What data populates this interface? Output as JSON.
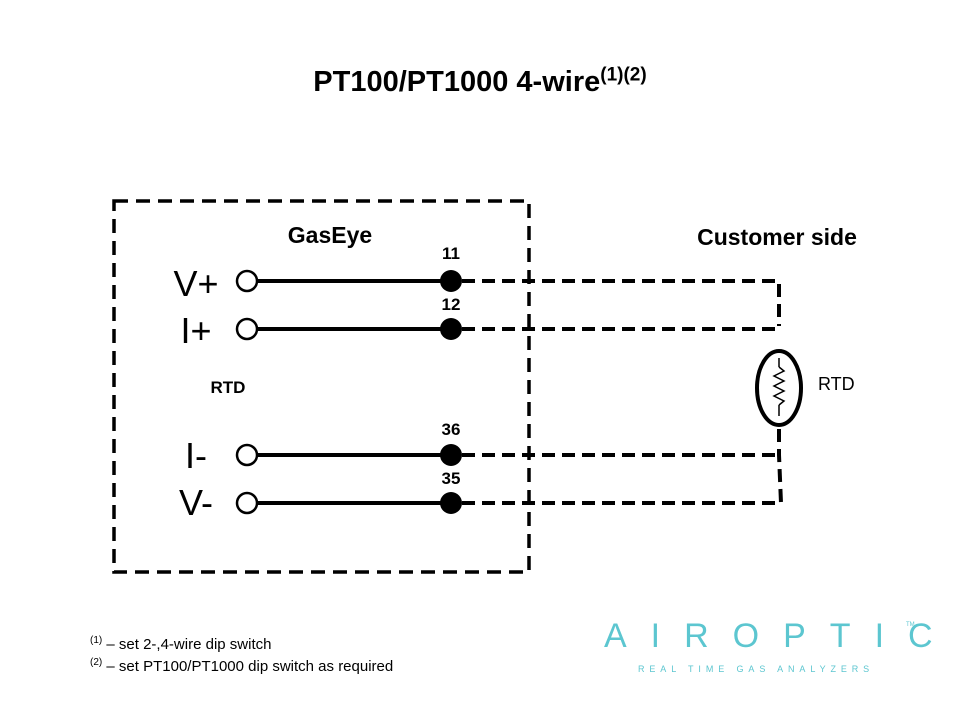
{
  "title": {
    "text": "PT100/PT1000 4-wire",
    "sup": "(1)(2)"
  },
  "gaseye_label": "GasEye",
  "customer_label": "Customer side",
  "rtd_label_left": "RTD",
  "rtd_label_right": "RTD",
  "terminals": [
    {
      "label": "V+",
      "number": "11"
    },
    {
      "label": "I+",
      "number": "12"
    },
    {
      "label": "I-",
      "number": "36"
    },
    {
      "label": "V-",
      "number": "35"
    }
  ],
  "footnotes": [
    {
      "mark": "(1)",
      "text": " – set 2-,4-wire dip switch"
    },
    {
      "mark": "(2)",
      "text": " – set PT100/PT1000 dip switch as required"
    }
  ],
  "logo": {
    "word": "AIROPTIC",
    "tm": "TM",
    "tagline": "REAL TIME GAS ANALYZERS",
    "color": "#5cc6d0"
  }
}
